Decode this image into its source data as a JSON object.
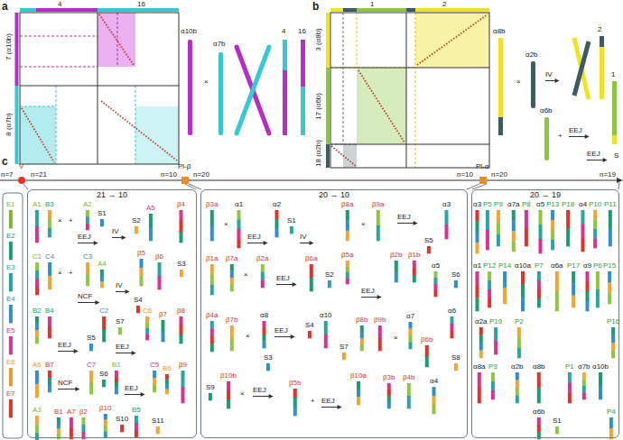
{
  "diagram": {
    "nodes": [
      {
        "text": [
          "21 → 10"
        ]
      },
      {
        "text": [
          "20 → 10"
        ]
      },
      {
        "text": [
          "20 → 19"
        ]
      }
    ],
    "labels": [
      "a",
      "4",
      "16",
      "7 (α10b)",
      "8 (α7b)",
      "α10b",
      "×",
      "α7b",
      "4",
      "16",
      "b",
      "1",
      "2",
      "3 (α8b)",
      "17 (α6b)",
      "18 (α2b)",
      "α8b",
      "×",
      "α2b",
      "IV",
      "α6b",
      "+",
      "EEJ",
      "2",
      "EEJ",
      "1",
      "S",
      "c",
      "V",
      "n=7",
      "n=21",
      "n=10",
      "Pl-β",
      "n=20",
      "n=10",
      "Pl-α",
      "n=20",
      "n=19",
      "E1",
      "E2",
      "E3",
      "E4",
      "E5",
      "E6",
      "E7",
      "A1",
      "B3",
      "×",
      "+",
      "A2",
      "S1",
      "EEJ",
      "IV",
      "S2",
      "A5",
      "β4",
      "C1",
      "C4",
      "×",
      "+",
      "C3",
      "A4",
      "NCF",
      "IV",
      "β5",
      "S4",
      "β6",
      "S3",
      "B2",
      "B4",
      "EEJ",
      "S5",
      "C2",
      "EEJ",
      "C6",
      "β7",
      "β8",
      "S7",
      "A6",
      "B7",
      "NCF",
      "C7",
      "S6",
      "B1",
      "EEJ",
      "C5",
      "B6",
      "β9",
      "A3",
      "B1",
      "A7",
      "β2",
      "β10",
      "S10",
      "B5",
      "S11",
      "β3a",
      "×",
      "α1",
      "EEJ",
      "α2",
      "S1",
      "IV",
      "β8a",
      "×",
      "β9a",
      "EEJ",
      "S5",
      "α3",
      "β1a",
      "β7a",
      "×",
      "β2a",
      "EEJ",
      "β6a",
      "S2",
      "β5a",
      "β2b",
      "β1b",
      "α5",
      "S6",
      "EEJ",
      "β4a",
      "β7b",
      "×",
      "α8",
      "EEJ",
      "S3",
      "S4",
      "α10",
      "S7",
      "β8b",
      "β9b",
      "×",
      "α7",
      "β6b",
      "α6",
      "S8",
      "S9",
      "β10b",
      "×",
      "EEJ",
      "β5b",
      "+",
      "EEJ",
      "β10a",
      "β3b",
      "β4b",
      "α4",
      "α3",
      "P5",
      "P9",
      "α7a",
      "P8",
      "α5",
      "P13",
      "P18",
      "α4",
      "P10",
      "P11",
      "α1",
      "P12",
      "P14",
      "α10a",
      "P7",
      "α6a",
      "P17",
      "α9",
      "P6",
      "P15",
      "α2a",
      "P19",
      "P2",
      "P16",
      "α8a",
      "P3",
      "α2b",
      "α8b",
      "P1",
      "α7b",
      "α10b",
      "α6b",
      "S1",
      "P4"
    ]
  }
}
